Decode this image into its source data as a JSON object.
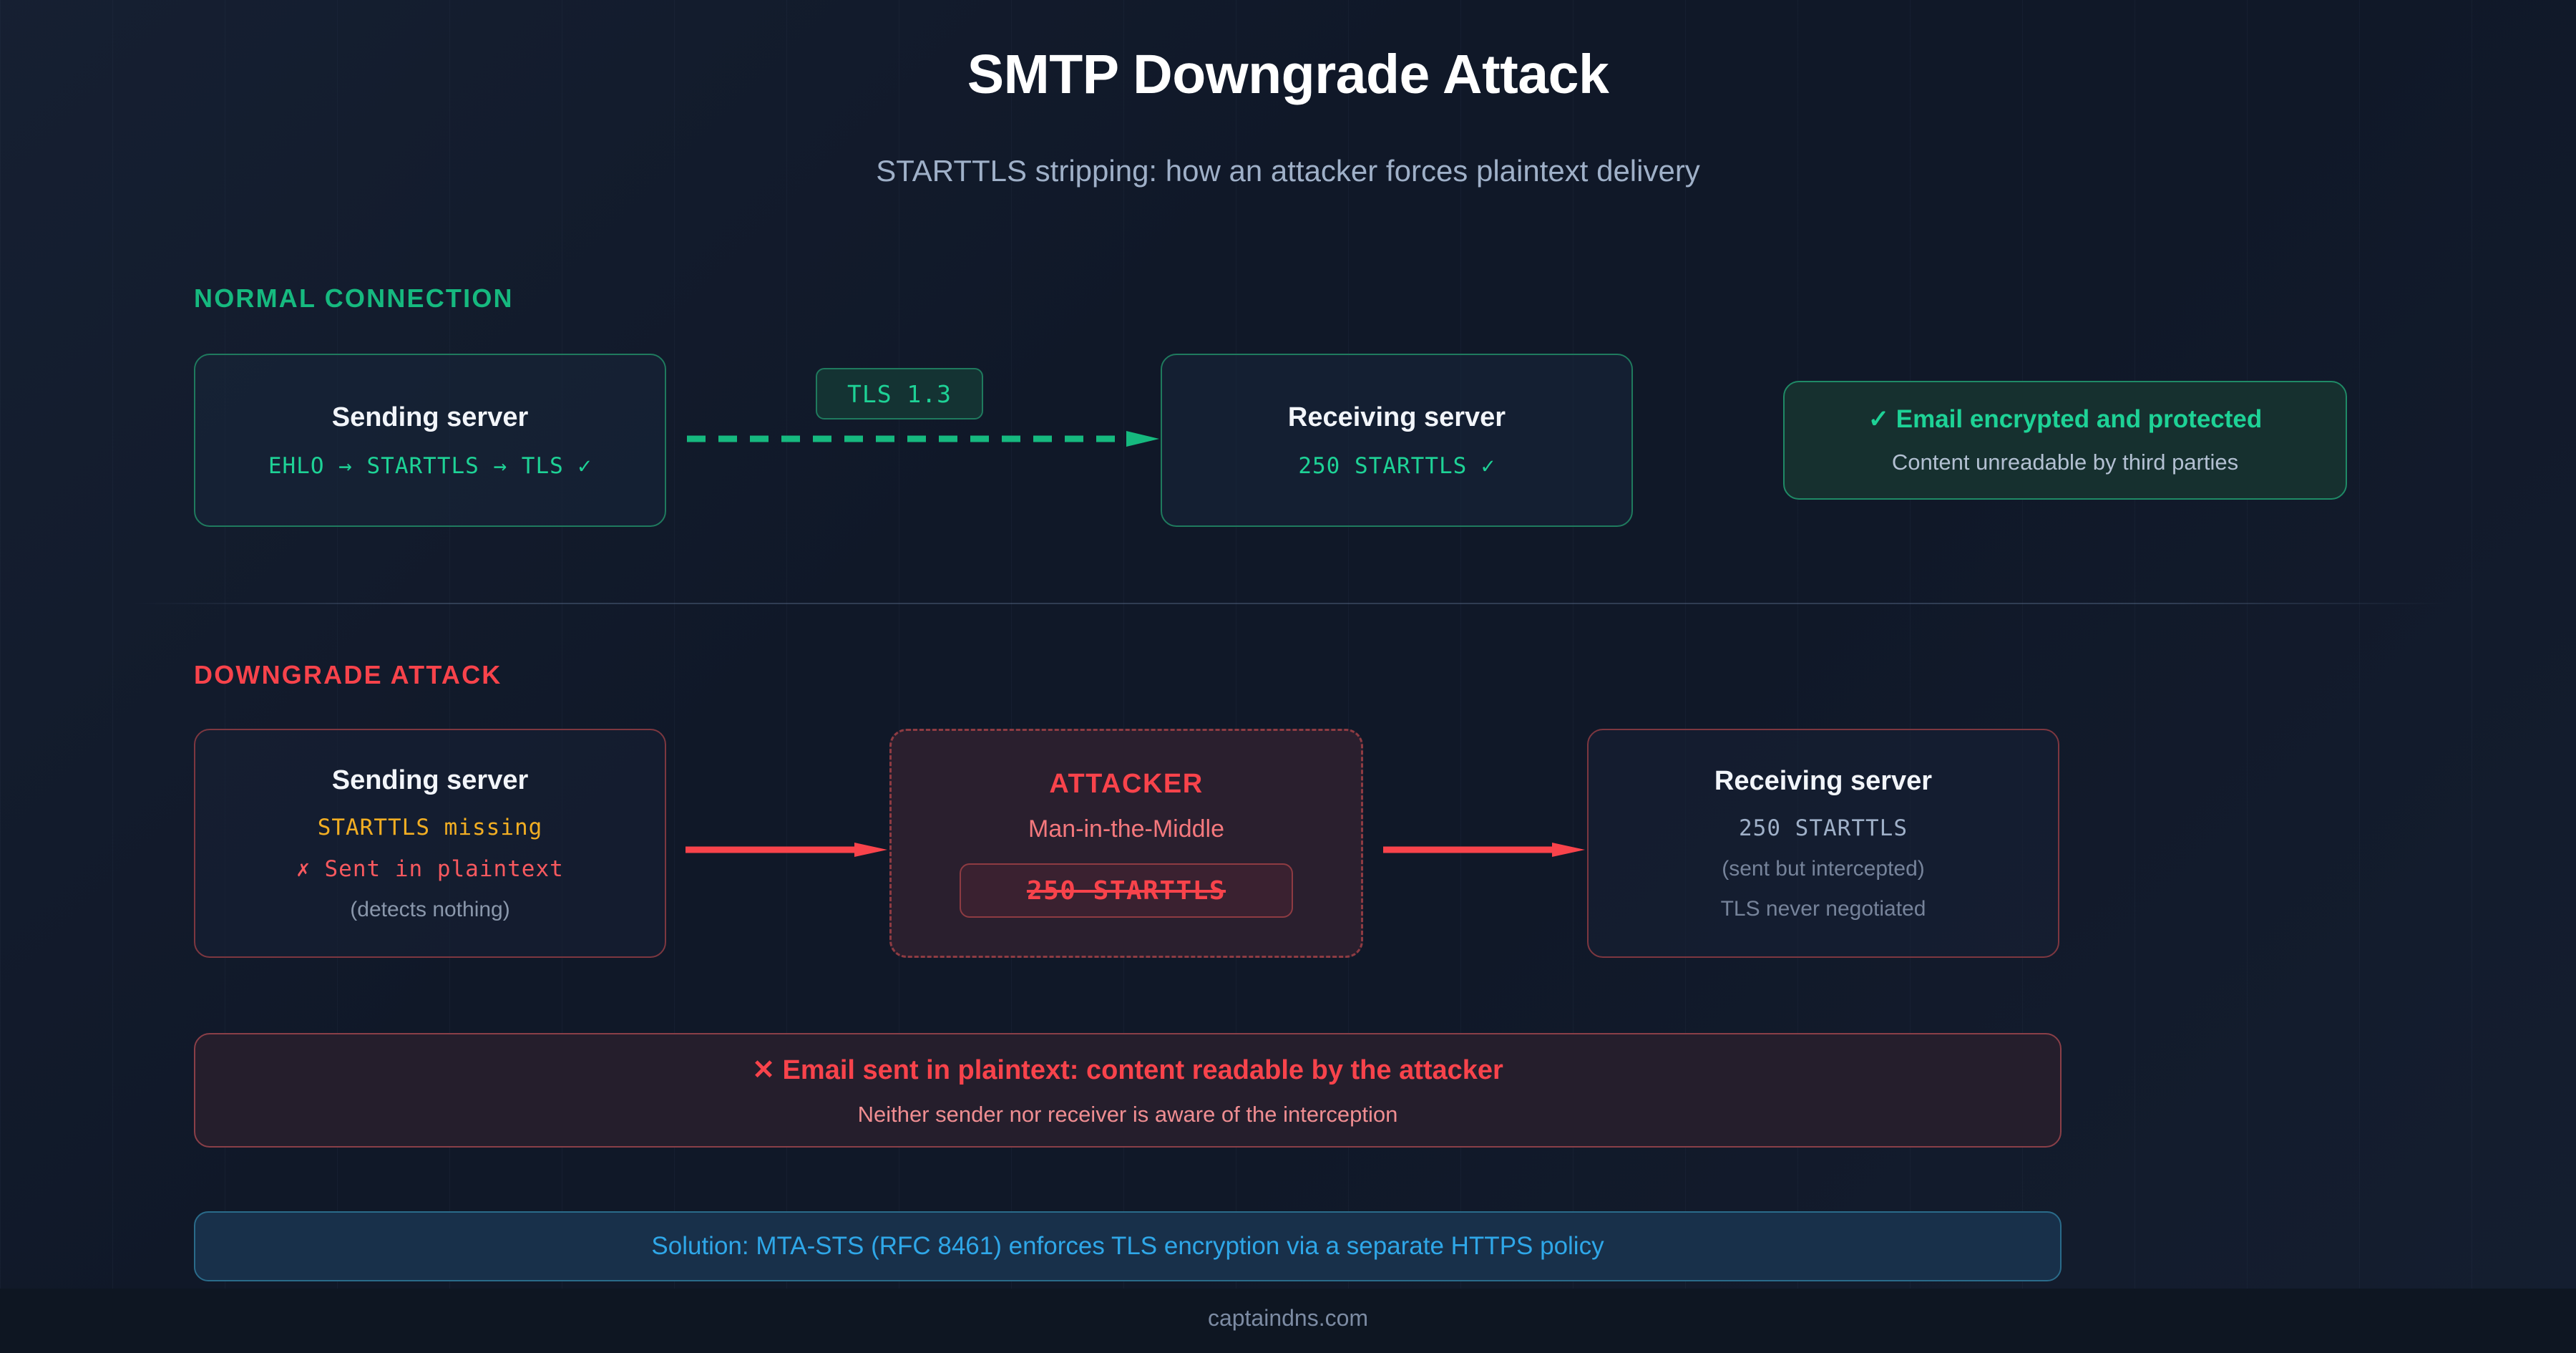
{
  "header": {
    "title": "SMTP Downgrade Attack",
    "subtitle": "STARTTLS stripping: how an attacker forces plaintext delivery"
  },
  "sections": {
    "normal_label": "NORMAL CONNECTION",
    "attack_label": "DOWNGRADE ATTACK"
  },
  "normal": {
    "sender": {
      "title": "Sending server",
      "protocol_line": "EHLO → STARTTLS → TLS ✓"
    },
    "link_badge": "TLS 1.3",
    "receiver": {
      "title": "Receiving server",
      "response_line": "250 STARTTLS ✓"
    },
    "result_banner": {
      "headline": "✓ Email encrypted and protected",
      "detail": "Content unreadable by third parties"
    }
  },
  "attack": {
    "sender": {
      "title": "Sending server",
      "line1": "STARTTLS missing",
      "line2": "✗ Sent in plaintext",
      "line3": "(detects nothing)"
    },
    "attacker": {
      "title": "ATTACKER",
      "subtitle": "Man-in-the-Middle",
      "stripped_command": "250 STARTTLS"
    },
    "receiver": {
      "title": "Receiving server",
      "line1": "250 STARTTLS",
      "line2": "(sent but intercepted)",
      "line3": "TLS never negotiated"
    },
    "result_banner": {
      "headline": "✕ Email sent in plaintext: content readable by the attacker",
      "detail": "Neither sender nor receiver is aware of the interception"
    },
    "solution_banner": "Solution: MTA-STS (RFC 8461) enforces TLS encryption via a separate HTTPS policy"
  },
  "footer": {
    "source": "captaindns.com"
  },
  "colors": {
    "background": "#101828",
    "success_green": "#1ed296",
    "success_border": "#1f7a5e",
    "danger_red": "#f8434b",
    "danger_border": "#7d3740",
    "warning_amber": "#f2ae23",
    "info_blue": "#2fa7e8",
    "muted_text": "#9fb0c8",
    "title_text": "#ffffff"
  }
}
